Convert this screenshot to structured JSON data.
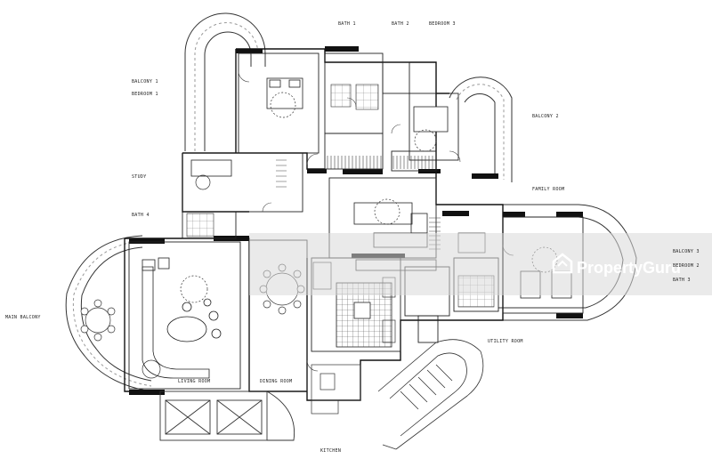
{
  "labels": {
    "bath1": "BATH 1",
    "bath2": "BATH 2",
    "bedroom3": "BEDROOM 3",
    "balcony1": "BALCONY 1",
    "bedroom1": "BEDROOM 1",
    "balcony2": "BALCONY 2",
    "study": "STUDY",
    "familyRoom": "FAMILY ROOM",
    "bath4": "BATH 4",
    "balcony3": "BALCONY 3",
    "bedroom2": "BEDROOM 2",
    "bath3": "BATH 3",
    "mainBalcony": "MAIN BALCONY",
    "utilityRoom": "UTILITY ROOM",
    "livingRoom": "LIVING ROOM",
    "diningRoom": "DINING ROOM",
    "kitchen": "KITCHEN"
  },
  "watermark": {
    "brand": "PropertyGuru"
  },
  "colors": {
    "wall": "#111111",
    "line": "#333333",
    "hatch": "#9a9a9a",
    "band": "#d9d9d9",
    "watermark": "#ffffff"
  }
}
